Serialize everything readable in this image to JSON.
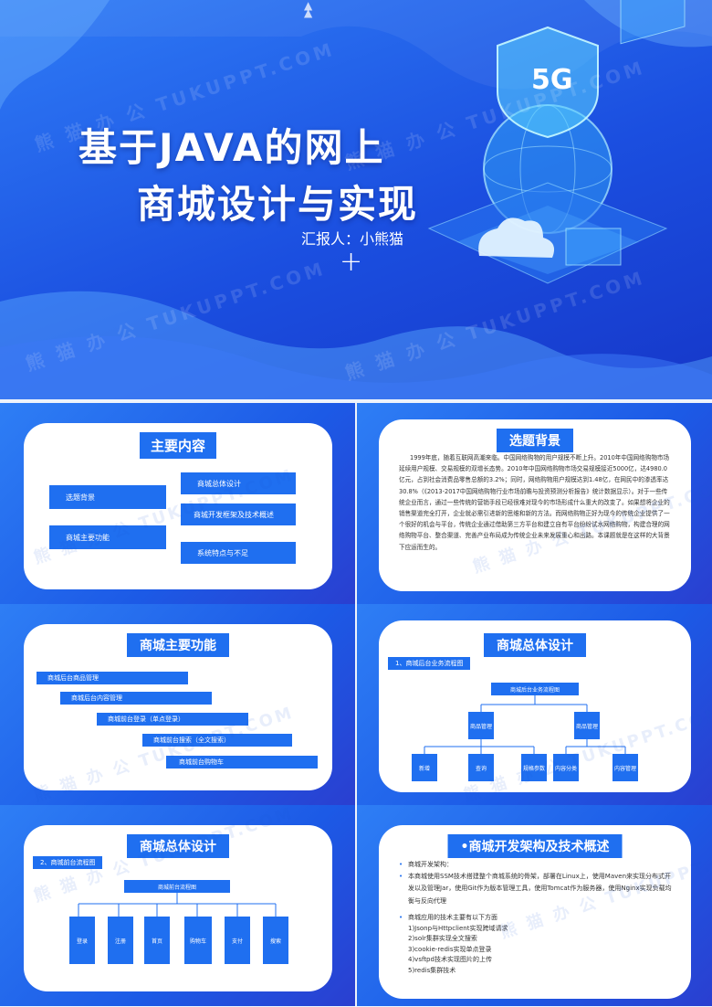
{
  "cover": {
    "title_line1": "基于JAVA的网上",
    "title_line2": "商城设计与实现",
    "reporter": "汇报人：小熊猫",
    "plus": "+",
    "badge": "5G",
    "watermark": "熊 猫 办 公 TUKUPPT.COM"
  },
  "toc": {
    "title": "主要内容",
    "items": [
      "选题背景",
      "商城主要功能",
      "商城总体设计",
      "商城开发框架及技术概述",
      "系统特点与不足"
    ]
  },
  "background": {
    "title": "选题背景",
    "paragraph1": "1999年底，随着互联网高潮来临。中国网络购物的用户规模不断上升。2010年中国网络购物市场延续用户规模、交易规模的双增长态势。2010年中国网络购物市场交易规模接近5000亿，达4980.0亿元，占到社会消费品零售总额的3.2%；同时，网络购物用户规模达到1.48亿，在网民中的渗透率达30.8%（《2013-2017中国网络购物行业市场前瞻与投资预测分析报告》统计数据显示）。对于一些传统企业而言，通过一些传统的营销手段已经很难对现今的市场形成什么重大的改变了。如果想将企业的销售渠道完全打开，企业就必需引进新的思维和新的方法。而网络购物正好为现今的传统企业提供了一个很好的机会与平台，传统企业通过借助第三方平台和建立自有平台纷纷试水网络购物，构建合理的网络购物平台、整合渠道、完善产业布局成为传统企业未来发展重心和出路。本课题就是在这样的大背景下应运而生的。"
  },
  "functions": {
    "title": "商城主要功能",
    "items": [
      "商城后台商品管理",
      "商城后台内容管理",
      "商城前台登录（单点登录）",
      "商城前台搜索（全文搜索）",
      "商城前台购物车"
    ]
  },
  "design1": {
    "title": "商城总体设计",
    "subtitle": "1、商城后台业务流程图",
    "root": "商城后台业务流程图",
    "level2": [
      "商品管理",
      "商品管理"
    ],
    "level3": [
      "新增",
      "查询",
      "规格参数",
      "内容分类",
      "内容管理"
    ]
  },
  "design2": {
    "title": "商城总体设计",
    "subtitle": "2、商城前台流程图",
    "root": "商城前台流程图",
    "children": [
      "登录",
      "注册",
      "首页",
      "购物车",
      "支付",
      "搜索"
    ]
  },
  "tech": {
    "title": "•商城开发架构及技术概述",
    "item1": "商城开发架构：",
    "item2": "本商城使用SSM技术搭建整个商城系统的骨架，部署在Linux上，使用Maven来实现分布式开发以及管理Jar，使用Git作为版本管理工具，使用Tomcat作为服务器，使用Nginx实现负载均衡与反向代理",
    "item3": "商城应用的技术主要有以下方面",
    "list": [
      "1)Jsonp与Httpclient实现跨域请求",
      "2)solr集群实现全文搜索",
      "3)cookie-redis实现单点登录",
      "4)vsftpd技术实现图片的上传",
      "5)redis集群技术"
    ]
  },
  "colors": {
    "primary": "#1f6ff0",
    "dark": "#1637c9",
    "card": "#ffffff"
  }
}
